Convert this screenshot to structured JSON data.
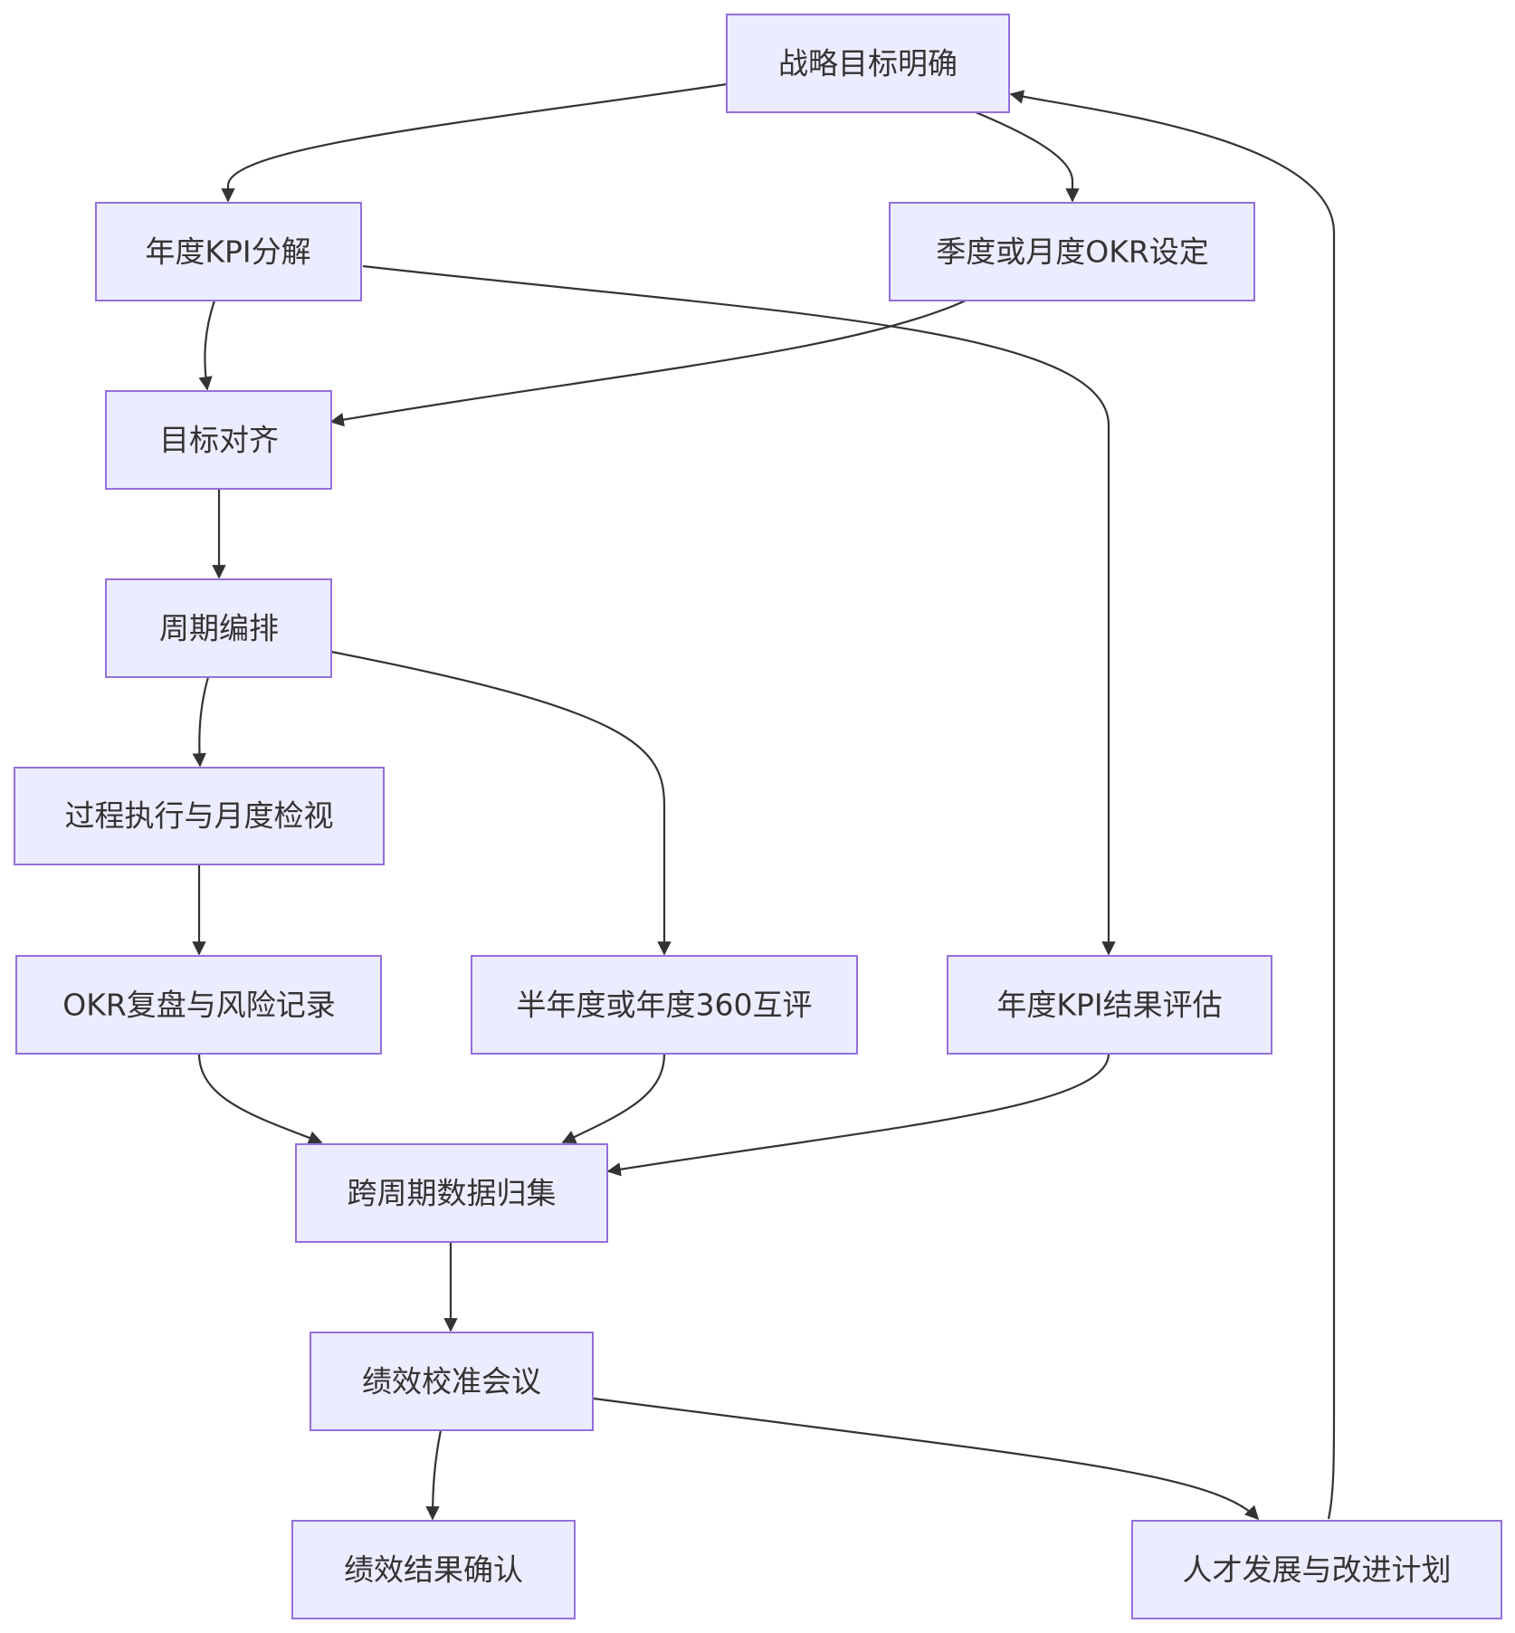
{
  "nodes": [
    {
      "id": "strategy",
      "label": "战略目标明确"
    },
    {
      "id": "annual_kpi",
      "label": "年度KPI分解"
    },
    {
      "id": "okr_setting",
      "label": "季度或月度OKR设定"
    },
    {
      "id": "goal_alignment",
      "label": "目标对齐"
    },
    {
      "id": "cycle_schedule",
      "label": "周期编排"
    },
    {
      "id": "process_execution",
      "label": "过程执行与月度检视"
    },
    {
      "id": "okr_review",
      "label": "OKR复盘与风险记录"
    },
    {
      "id": "review_360",
      "label": "半年度或年度360互评"
    },
    {
      "id": "kpi_evaluation",
      "label": "年度KPI结果评估"
    },
    {
      "id": "data_collection",
      "label": "跨周期数据归集"
    },
    {
      "id": "calibration_meeting",
      "label": "绩效校准会议"
    },
    {
      "id": "result_confirmation",
      "label": "绩效结果确认"
    },
    {
      "id": "talent_development",
      "label": "人才发展与改进计划"
    }
  ],
  "edges": [
    {
      "from": "strategy",
      "to": "annual_kpi"
    },
    {
      "from": "strategy",
      "to": "okr_setting"
    },
    {
      "from": "annual_kpi",
      "to": "goal_alignment"
    },
    {
      "from": "okr_setting",
      "to": "goal_alignment"
    },
    {
      "from": "annual_kpi",
      "to": "kpi_evaluation"
    },
    {
      "from": "goal_alignment",
      "to": "cycle_schedule"
    },
    {
      "from": "cycle_schedule",
      "to": "process_execution"
    },
    {
      "from": "cycle_schedule",
      "to": "review_360"
    },
    {
      "from": "process_execution",
      "to": "okr_review"
    },
    {
      "from": "okr_review",
      "to": "data_collection"
    },
    {
      "from": "review_360",
      "to": "data_collection"
    },
    {
      "from": "kpi_evaluation",
      "to": "data_collection"
    },
    {
      "from": "data_collection",
      "to": "calibration_meeting"
    },
    {
      "from": "calibration_meeting",
      "to": "result_confirmation"
    },
    {
      "from": "calibration_meeting",
      "to": "talent_development"
    },
    {
      "from": "talent_development",
      "to": "strategy"
    }
  ],
  "colors": {
    "node_fill": "#ECECFF",
    "node_stroke": "#9370DB",
    "edge": "#333333",
    "text": "#333333"
  }
}
